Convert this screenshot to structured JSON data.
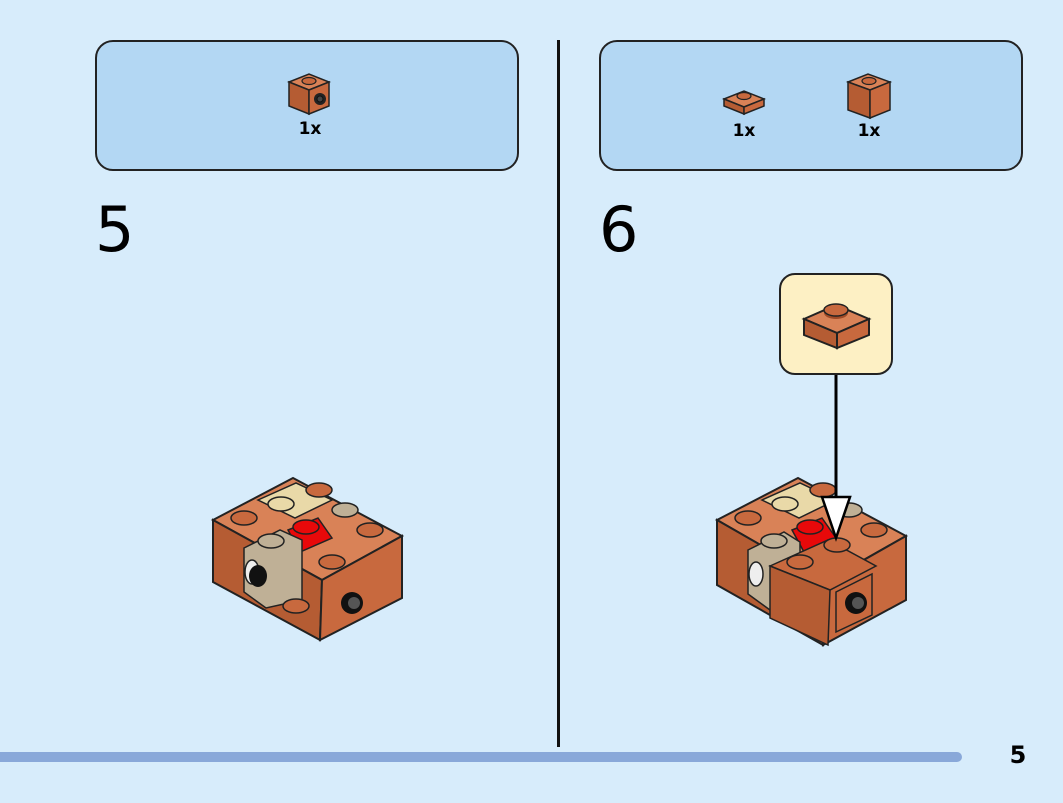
{
  "steps": [
    {
      "number": "5",
      "parts": [
        {
          "quantity": "1x",
          "part_icon": "brick-1x1-with-side-stud-icon",
          "color": "#c8693e"
        }
      ]
    },
    {
      "number": "6",
      "parts": [
        {
          "quantity": "1x",
          "part_icon": "plate-1x1-icon",
          "color": "#c8693e"
        },
        {
          "quantity": "1x",
          "part_icon": "brick-1x1-icon",
          "color": "#c8693e"
        }
      ]
    }
  ],
  "callout": {
    "part_icon": "plate-1x1-icon",
    "color": "#c8693e"
  },
  "page": {
    "number": "5"
  },
  "colors": {
    "background": "#d7ecfb",
    "parts_panel": "#b3d7f3",
    "callout": "#fdf0c4",
    "brick_reddish_brown": "#c8693e",
    "tan": "#e9d9a8",
    "dark_tan": "#bfb096",
    "red": "#e8090a",
    "progress_bar": "#89a8d9"
  }
}
